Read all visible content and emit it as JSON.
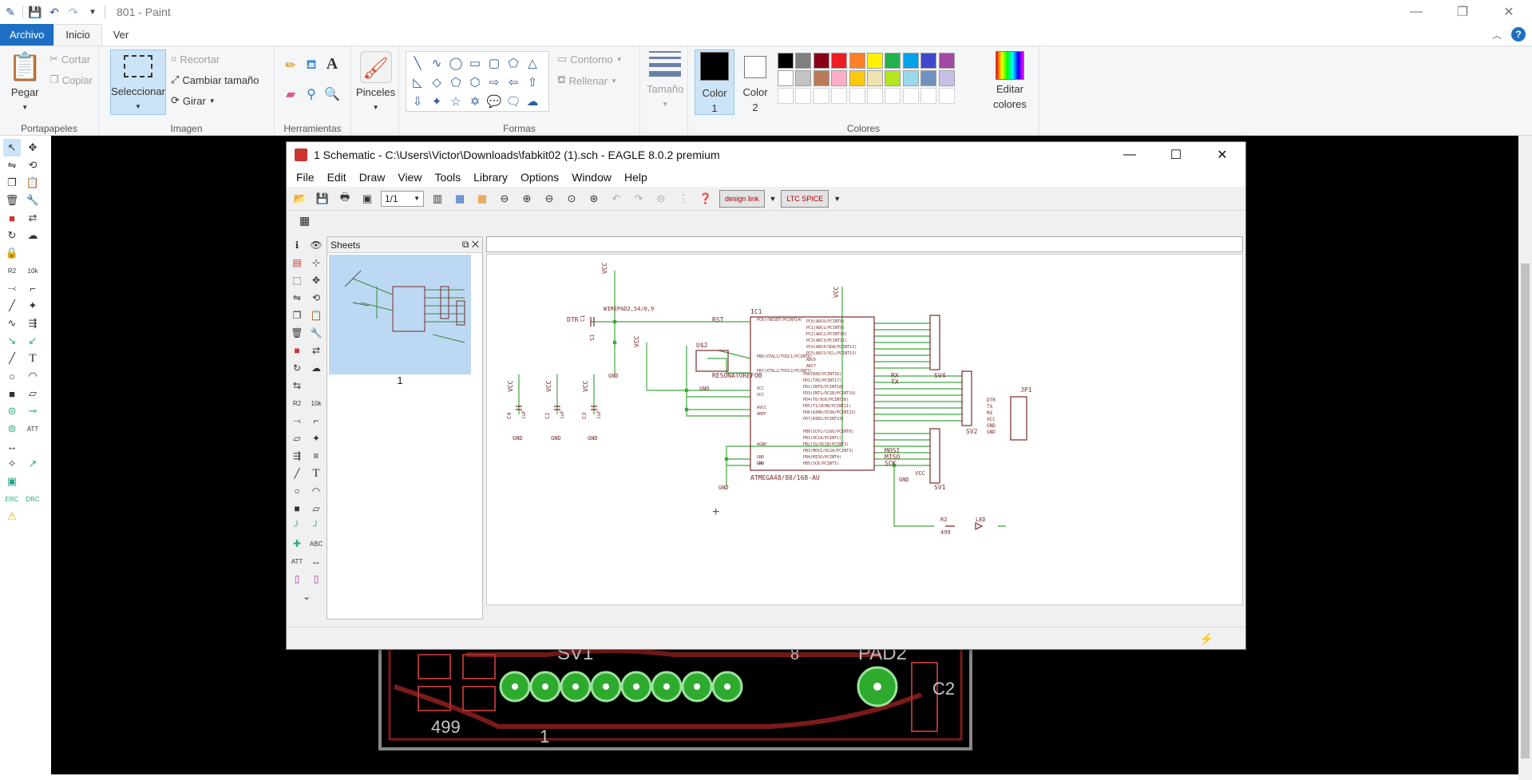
{
  "paint": {
    "title": "801 - Paint",
    "tabs": {
      "file": "Archivo",
      "home": "Inicio",
      "view": "Ver"
    },
    "clipboard": {
      "paste": "Pegar",
      "cut": "Cortar",
      "copy": "Copiar",
      "label": "Portapapeles"
    },
    "image": {
      "select": "Seleccionar",
      "crop": "Recortar",
      "resize": "Cambiar tamaño",
      "rotate": "Girar",
      "label": "Imagen"
    },
    "tools": {
      "label": "Herramientas",
      "text": "A"
    },
    "brushes": "Pinceles",
    "shapes": {
      "outline": "Contorno",
      "fill": "Rellenar",
      "label": "Formas"
    },
    "size": "Tamaño",
    "color1": [
      "Color",
      "1"
    ],
    "color2": [
      "Color",
      "2"
    ],
    "colors_label": "Colores",
    "edit_colors": [
      "Editar",
      "colores"
    ],
    "palette_row1": [
      "#000000",
      "#7f7f7f",
      "#880015",
      "#ed1c24",
      "#ff7f27",
      "#fff200",
      "#22b14c",
      "#00a2e8",
      "#3f48cc",
      "#a349a4"
    ],
    "palette_row2": [
      "#ffffff",
      "#c3c3c3",
      "#b97a57",
      "#ffaec9",
      "#ffc90e",
      "#efe4b0",
      "#b5e61d",
      "#99d9ea",
      "#7092be",
      "#c8bfe7"
    ]
  },
  "eagle": {
    "title": "1 Schematic - C:\\Users\\Victor\\Downloads\\fabkit02 (1).sch - EAGLE 8.0.2 premium",
    "menu": [
      "File",
      "Edit",
      "Draw",
      "View",
      "Tools",
      "Library",
      "Options",
      "Window",
      "Help"
    ],
    "zoom": "1/1",
    "sheets_header": "Sheets",
    "sheet_number": "1",
    "design_link": "design link",
    "ltspice": "LTC SPICE"
  },
  "schematic": {
    "ic1": "IC1",
    "ic1_part": "ATMEGA48/88/168-AU",
    "u2": "U$2",
    "resonator": "RESONATOREFOB",
    "wirepad": "WIREPAD2,54/0,9",
    "sv4": "SV4",
    "sv2": "SV2",
    "sv1": "SV1",
    "jp1": "JP1",
    "r2": "R2",
    "r2_val": "499",
    "led": "LED",
    "vcc": "VCC",
    "gnd": "GND",
    "dtr": "DTR",
    "rst": "RST",
    "mosi": "MOSI",
    "miso": "MISO",
    "sck": "SCK",
    "rx": "RX",
    "tx": "TX",
    "c1": "C1",
    "c2": "C2",
    "c3": "C3",
    "c4": "C4",
    "s1": "S1",
    "c_val": "1uF",
    "jp1_pins": [
      "DTR",
      "TX",
      "RX",
      "VCC",
      "GND",
      "GND"
    ],
    "pins_left": [
      "PC6(/RESET/PCINT14)",
      "PB6(XTAL1/TOSC1/PCINT6)",
      "PB7(XTAL2/TOSC2/PCINT7)",
      "VCC",
      "VCC",
      "AVCC",
      "AREF",
      "AGND",
      "GND",
      "GND",
      "GND"
    ],
    "pins_right_c": [
      "PC0(ADC0/PCINT8)",
      "PC1(ADC1/PCINT9)",
      "PC2(ADC2/PCINT10)",
      "PC3(ADC3/PCINT11)",
      "PC4(ADC4/SDA/PCINT12)",
      "PC5(ADC5/SCL/PCINT13)",
      "ADC6",
      "ADC7"
    ],
    "pins_right_d": [
      "PD0(RXD/PCINT16)",
      "PD1(TXD/PCINT17)",
      "PD2(INT0/PCINT18)",
      "PD3(INT1/OC2B/PCINT19)",
      "PD4(T0/XCK/PCINT20)",
      "PD5(T1/OC0B/PCINT21)",
      "PD6(AIN0/OC0A/PCINT22)",
      "PD7(AIN1/PCINT23)"
    ],
    "pins_right_b": [
      "PB0(ICP1/CLKO/PCINT0)",
      "PB1(OC1A/PCINT1)",
      "PB2(SS/OC1B/PCINT2)",
      "PB3(MOSI/OC2A/PCINT3)",
      "PB4(MISO/PCINT4)",
      "PB5(SCK/PCINT5)"
    ]
  },
  "board": {
    "sv1": "SV1",
    "pad2": "PAD2",
    "r499": "499",
    "one": "1",
    "c2": "C2",
    "eight": "8"
  }
}
